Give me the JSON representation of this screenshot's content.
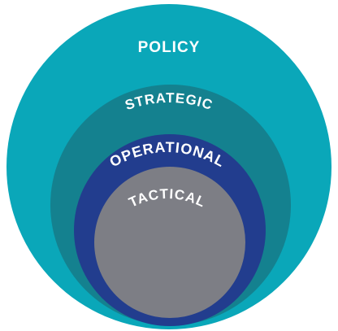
{
  "diagram": {
    "background": "#ffffff",
    "levels": [
      {
        "label": "POLICY",
        "color": "#0aa7b9"
      },
      {
        "label": "STRATEGIC",
        "color": "#14818f"
      },
      {
        "label": "OPERATIONAL",
        "color": "#223d8e"
      },
      {
        "label": "TACTICAL",
        "color": "#7d7e85"
      }
    ]
  }
}
